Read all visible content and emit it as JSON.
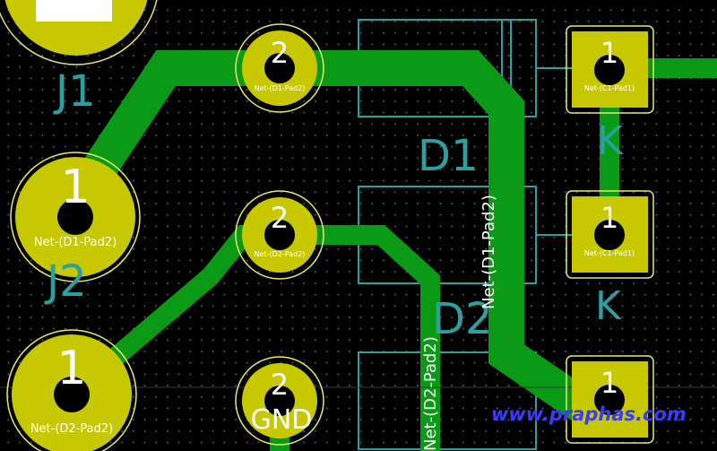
{
  "colors": {
    "background": "#000000",
    "copper": "#0b9a16",
    "pad": "#c8c800",
    "pad_outline": "#e8e870",
    "silkscreen": "#2aa0a0",
    "pad_text": "#ffffff",
    "watermark": "#3b3bff"
  },
  "components": {
    "j1_ref": "J1",
    "j2_ref": "J2",
    "d1_ref": "D1",
    "d2_ref": "D2",
    "k_label_top": "K",
    "k_label_bottom": "K"
  },
  "pads": {
    "j1_pad1_number": "1",
    "j1_pad1_net": "Net-(D1-Pad2)",
    "j2_pad1_number": "1",
    "j2_pad1_net": "Net-(D2-Pad2)",
    "d1_pad2_number": "2",
    "d1_pad2_net": "Net-(D1-Pad2)",
    "d2_pad2_number": "2",
    "d2_pad2_net": "Net-(D2-Pad2)",
    "gnd_pad_number": "2",
    "gnd_pad_net": "GND",
    "c1_pad1_top_number": "1",
    "c1_pad1_top_net": "Net-(C1-Pad1)",
    "c1_pad1_mid_number": "1",
    "c1_pad1_mid_net": "Net-(C1-Pad1)",
    "bottom_right_pad_number": "1"
  },
  "traces": {
    "d1_trace_label": "Net-(D1-Pad2)",
    "d2_trace_label": "Net-(D2-Pad2)"
  },
  "watermark": "www.praphas.com"
}
